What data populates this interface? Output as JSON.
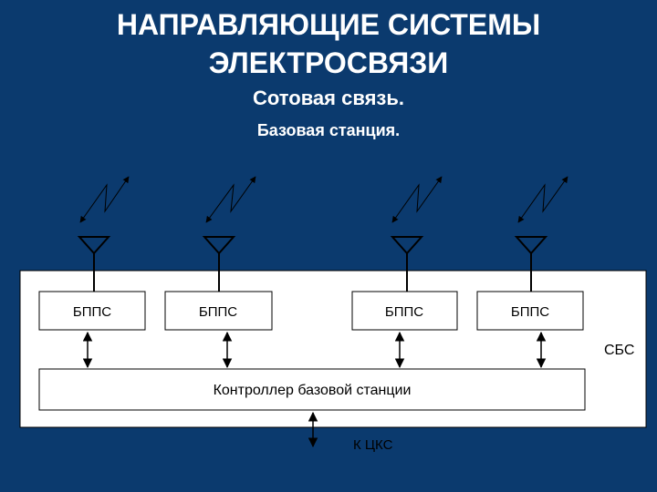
{
  "title": {
    "line1": "НАПРАВЛЯЮЩИЕ СИСТЕМЫ",
    "line2": "ЭЛЕКТРОСВЯЗИ"
  },
  "subtitle": {
    "line1": "Сотовая связь.",
    "line2": "Базовая станция."
  },
  "diagram": {
    "units": [
      {
        "label": "БППС",
        "icon": "antenna-icon"
      },
      {
        "label": "БППС",
        "icon": "antenna-icon"
      },
      {
        "label": "БППС",
        "icon": "antenna-icon"
      },
      {
        "label": "БППС",
        "icon": "antenna-icon"
      }
    ],
    "controller_label": "Контроллер базовой станции",
    "system_label": "СБС",
    "output_label": "К ЦКС"
  },
  "colors": {
    "background": "#0b3a6e",
    "panel": "#ffffff",
    "text": "#ffffff",
    "lines": "#000000"
  }
}
